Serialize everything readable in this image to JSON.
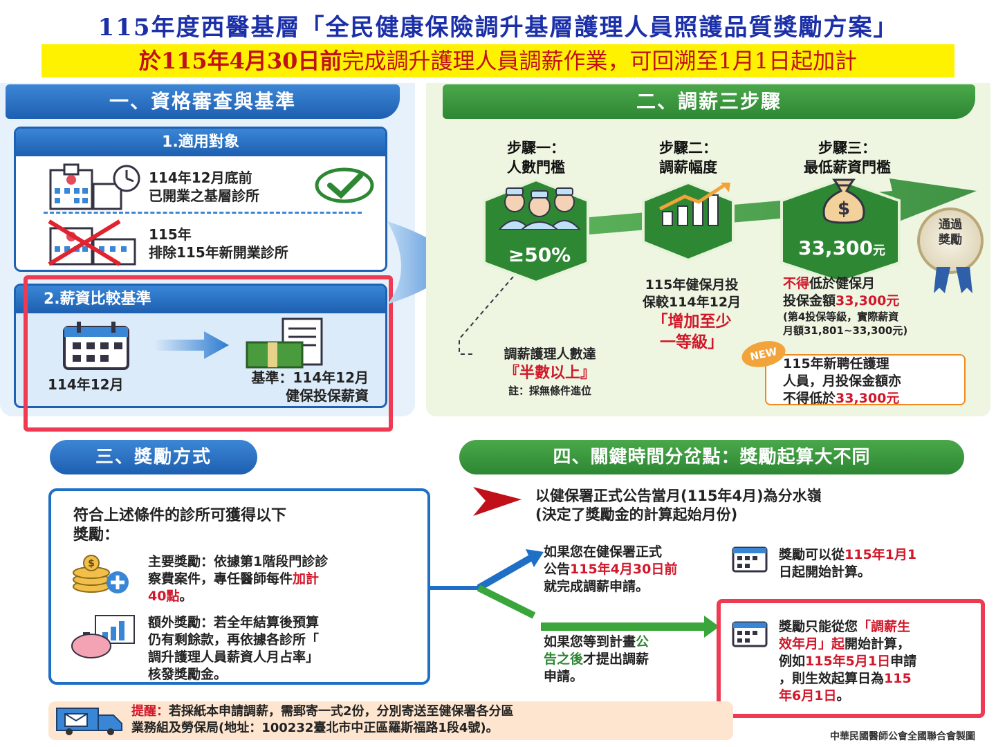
{
  "header": {
    "title": "115年度西醫基層「全民健康保險調升基層護理人員照護品質獎勵方案」",
    "subtitle_highlight": "於115年4月30日前",
    "subtitle_rest": "完成調升護理人員調薪作業，可回溯至1月1日起加計"
  },
  "section1": {
    "heading": "一、資格審查與基準",
    "card1": {
      "heading": "1.適用對象",
      "row1_line1": "114年12月底前",
      "row1_line2": "已開業之基層診所",
      "row2_line1": "115年",
      "row2_line2": "排除115年新開業診所"
    },
    "card2": {
      "heading": "2.薪資比較基準",
      "calendar_label": "114年12月",
      "basis_line1": "基準：114年12月",
      "basis_line2": "健保投保薪資"
    }
  },
  "section2": {
    "heading": "二、調薪三步驟",
    "step1": {
      "title_line1": "步驟一：",
      "title_line2": "人數門檻",
      "value": "≥50%"
    },
    "step2": {
      "title_line1": "步驟二：",
      "title_line2": "調薪幅度"
    },
    "step3": {
      "title_line1": "步驟三：",
      "title_line2": "最低薪資門檻",
      "value": "33,300",
      "value_unit": "元"
    },
    "seal_line1": "通過",
    "seal_line2": "獎勵",
    "step1_note_line1": "調薪護理人數達",
    "step1_note_red": "『半數以上』",
    "step1_note_line3": "註：採無條件進位",
    "step2_note_line1": "115年健保月投",
    "step2_note_line2": "保較114年12月",
    "step2_note_red1": "「增加至少",
    "step2_note_red2": "一等級」",
    "step3_note_red1": "不得",
    "step3_note_line1": "低於健保月",
    "step3_note_line2a": "投保金額",
    "step3_note_red2": "33,300元",
    "step3_note_small1": "(第4投保等級，實際薪資",
    "step3_note_small2": "月額31,801~33,300元)",
    "new_badge": "NEW",
    "new_line1": "115年新聘任護理",
    "new_line2": "人員，月投保金額亦",
    "new_line3a": "不得低於",
    "new_line3b": "33,300元"
  },
  "section3": {
    "heading": "三、獎勵方式",
    "intro_line1": "符合上述條件的診所可獲得以下",
    "intro_line2": "獎勵：",
    "main_line1": "主要獎勵：依據第1階段門診診",
    "main_line2a": "察費案件，專任醫師每件",
    "main_red1": "加計",
    "main_red2": "40點",
    "main_line3": "。",
    "extra_line1": "額外獎勵：若全年結算後預算",
    "extra_line2": "仍有剩餘款，再依據各診所「",
    "extra_line3": "調升護理人員薪資人月占率」",
    "extra_line4": "核發獎勵金。"
  },
  "section4": {
    "heading": "四、關鍵時間分岔點：獎勵起算大不同",
    "top_line1": "以健保署正式公告當月(115年4月)為分水嶺",
    "top_line2": "(決定了獎勵金的計算起始月份)",
    "a_line1": "如果您在健保署正式",
    "a_line2a": "公告",
    "a_red": "115年4月30日前",
    "a_line3": "就完成調薪申請。",
    "a_res1a": "獎勵可以從",
    "a_res_red": "115年1月1",
    "a_res2": "日起開始計算。",
    "b_line1a": "如果您等到計畫",
    "b_green1": "公",
    "b_green2": "告之後",
    "b_line2b": "才提出調薪",
    "b_line3": "申請。",
    "b_res1a": "獎勵只能從您",
    "b_res_red1": "「調薪生",
    "b_res_red2": "效年月」起",
    "b_res2b": "開始計算，",
    "b_res3a": "例如",
    "b_res_red3": "115年5月1日",
    "b_res3b": "申請",
    "b_res4a": "，則生效起算日為",
    "b_res_red4": "115",
    "b_res_red5": "年6月1日",
    "b_res5b": "。"
  },
  "reminder": {
    "label": "提醒：",
    "line1": "若採紙本申請調薪，需郵寄一式2份，分別寄送至健保署各分區",
    "line2": "業務組及勞保局(地址：100232臺北市中正區羅斯福路1段4號)。"
  },
  "credit": "中華民國醫師公會全國聯合會製圖",
  "colors": {
    "blue": "#1d5fb1",
    "green": "#2d8733",
    "red": "#d1172a",
    "highlight": "#fff200"
  }
}
